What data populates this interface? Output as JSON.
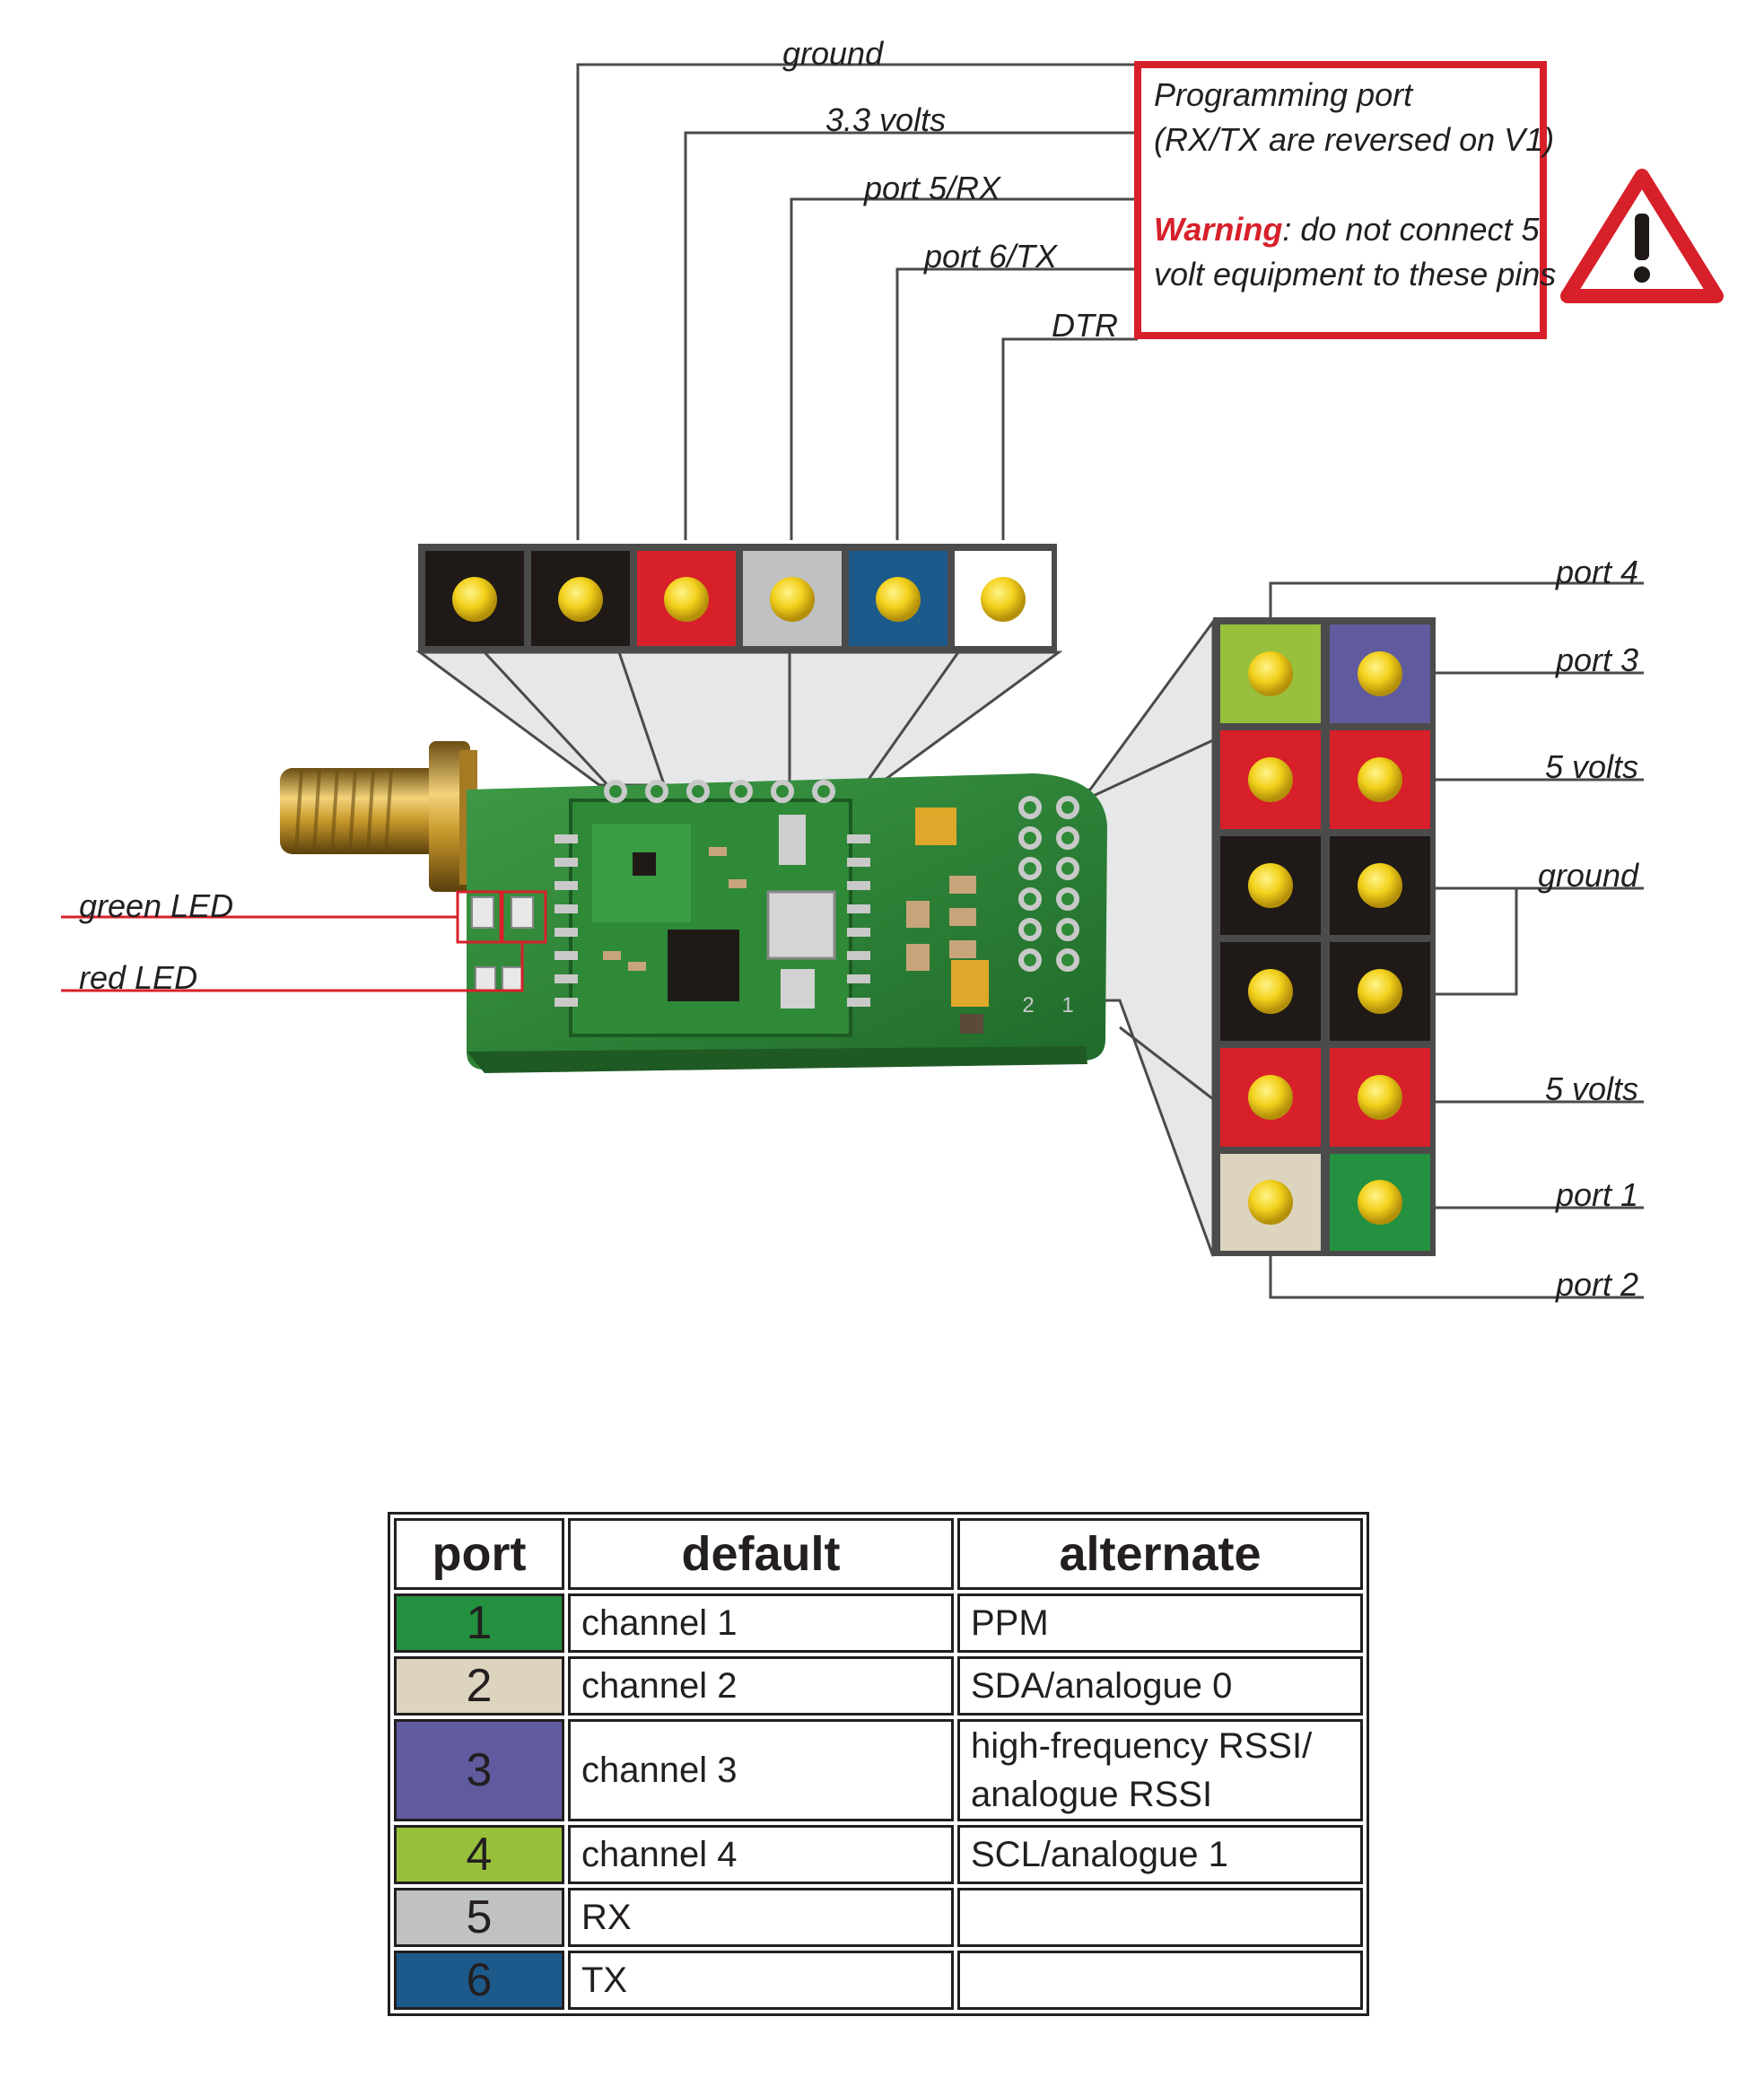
{
  "colors": {
    "warning_red": "#d7202a",
    "pin_yellow": "#f2d11c",
    "pcb_green": "#2e8a3a",
    "port1": "#23913f",
    "port2": "#ddd4c0",
    "port3": "#605b9e",
    "port4": "#98c03c",
    "port5": "#c0c1c3",
    "port6": "#1c5a8c",
    "pin_red": "#d7202a",
    "pin_black": "#1f1a17",
    "pin_white": "#ffffff"
  },
  "programming_port": {
    "labels": {
      "ground": "ground",
      "v33": "3.3 volts",
      "port5rx": "port 5/RX",
      "port6tx": "port 6/TX",
      "dtr": "DTR"
    },
    "note_line1": "Programming port",
    "note_line2": "(RX/TX are reversed on V1)",
    "warning_word": "Warning",
    "warning_rest_line1": ": do not connect 5",
    "warning_line2": "volt equipment to these pins"
  },
  "board": {
    "green_led": "green LED",
    "red_led": "red LED",
    "header_num_2": "2",
    "header_num_1": "1"
  },
  "side_header": {
    "port4": "port 4",
    "port3": "port 3",
    "v5_top": "5 volts",
    "ground": "ground",
    "v5_bottom": "5 volts",
    "port1": "port 1",
    "port2": "port 2"
  },
  "table": {
    "headers": {
      "port": "port",
      "default": "default",
      "alternate": "alternate"
    },
    "rows": [
      {
        "port": "1",
        "default": "channel 1",
        "alternate": "PPM"
      },
      {
        "port": "2",
        "default": "channel 2",
        "alternate": "SDA/analogue 0"
      },
      {
        "port": "3",
        "default": "channel 3",
        "alternate_line1": "high-frequency RSSI/",
        "alternate_line2": "analogue RSSI"
      },
      {
        "port": "4",
        "default": "channel 4",
        "alternate": "SCL/analogue 1"
      },
      {
        "port": "5",
        "default": "RX",
        "alternate": ""
      },
      {
        "port": "6",
        "default": "TX",
        "alternate": ""
      }
    ]
  }
}
